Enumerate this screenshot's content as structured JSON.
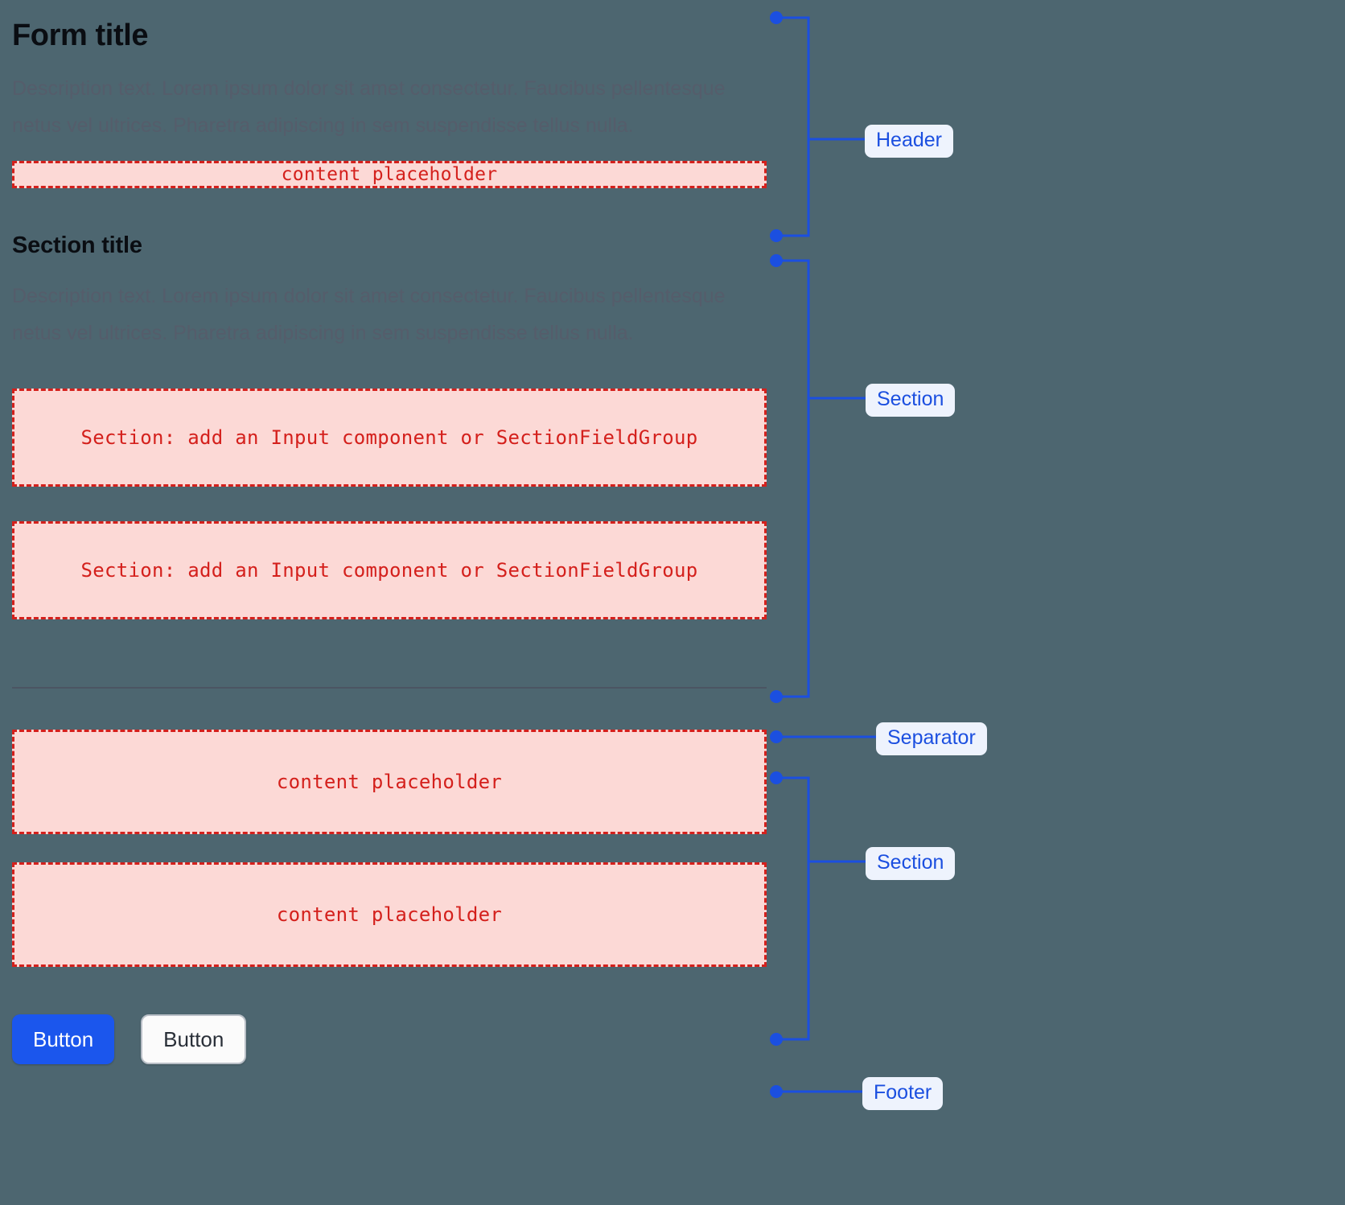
{
  "page": {
    "background_color": "#4d6670",
    "accent_blue": "#1b4fe0",
    "placeholder_red": "#d4201c",
    "placeholder_fill": "#fcd9d6"
  },
  "header": {
    "title": "Form title",
    "description": "Description text. Lorem ipsum dolor sit amet consectetur. Faucibus pellentesque netus vel ultrices. Pharetra adipiscing in sem suspendisse tellus nulla.",
    "placeholder": "content placeholder"
  },
  "section_one": {
    "title": "Section title",
    "description": "Description text. Lorem ipsum dolor sit amet consectetur. Faucibus pellentesque netus vel ultrices. Pharetra adipiscing in sem suspendisse tellus nulla.",
    "placeholders": [
      "Section: add an Input component or SectionFieldGroup",
      "Section: add an Input component or SectionFieldGroup"
    ]
  },
  "separator": {
    "present": true
  },
  "section_two": {
    "placeholders": [
      "content placeholder",
      "content placeholder"
    ]
  },
  "footer": {
    "primary_button": "Button",
    "secondary_button": "Button"
  },
  "annotations": [
    {
      "label": "Header",
      "type": "bracket"
    },
    {
      "label": "Section",
      "type": "bracket"
    },
    {
      "label": "Separator",
      "type": "single"
    },
    {
      "label": "Section",
      "type": "bracket"
    },
    {
      "label": "Footer",
      "type": "single"
    }
  ]
}
